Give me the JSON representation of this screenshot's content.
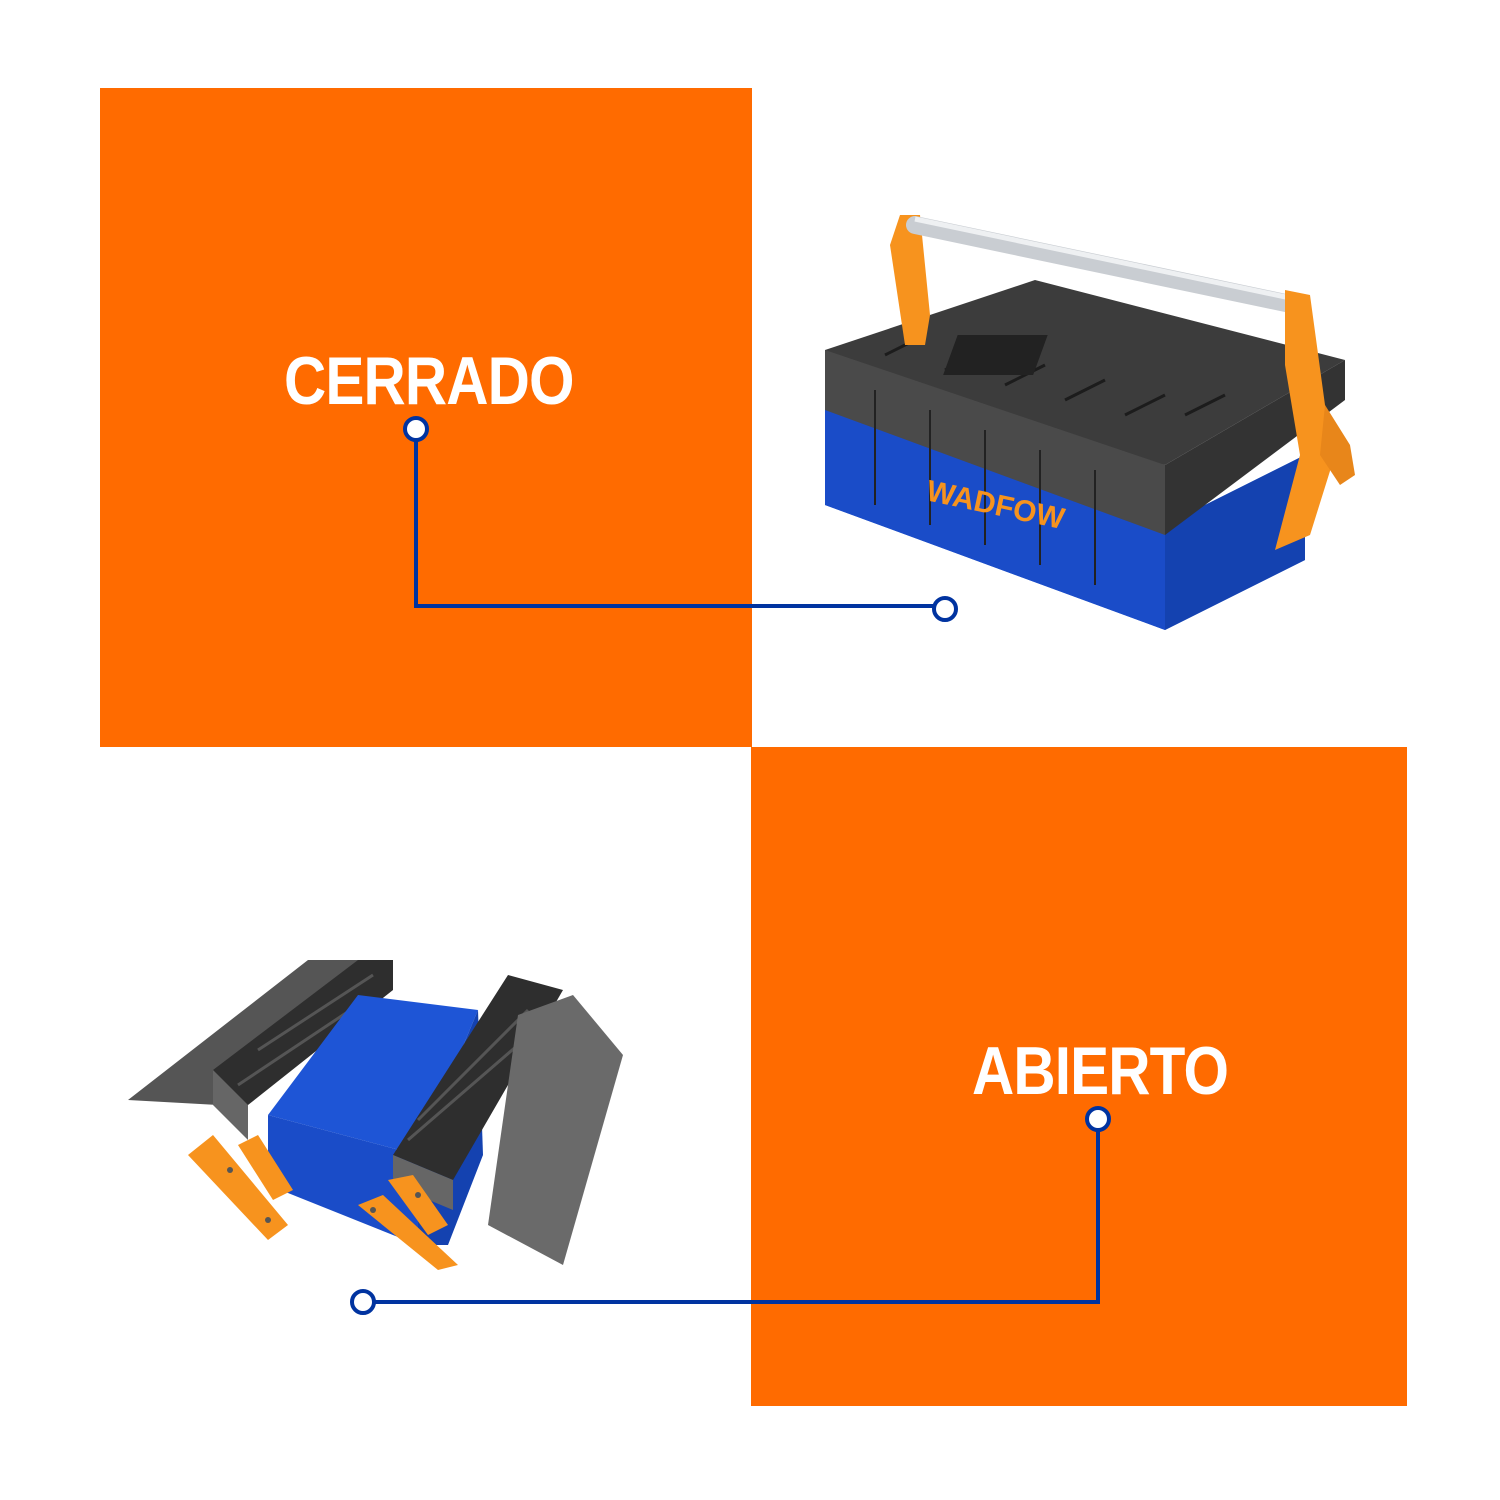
{
  "colors": {
    "accent_orange": "#FF6B00",
    "connector_blue": "#0033A0",
    "background": "#FFFFFF",
    "label_text": "#FFFFFF",
    "toolbox_blue": "#1E55D6",
    "toolbox_gray": "#4A4A4A",
    "handle_orange": "#F7931E"
  },
  "sections": [
    {
      "id": "closed",
      "label": "CERRADO",
      "image": "toolbox-closed",
      "brand_text": "WADFOW"
    },
    {
      "id": "open",
      "label": "ABIERTO",
      "image": "toolbox-open"
    }
  ]
}
